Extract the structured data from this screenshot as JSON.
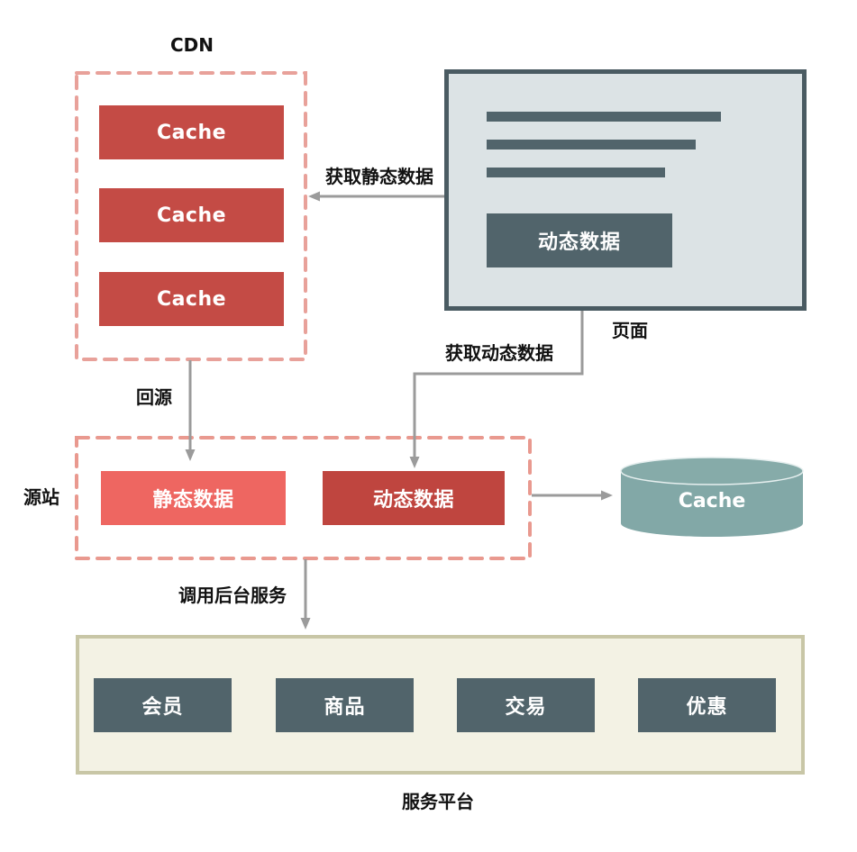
{
  "cdn": {
    "title": "CDN",
    "cache_boxes": [
      {
        "label": "Cache"
      },
      {
        "label": "Cache"
      },
      {
        "label": "Cache"
      }
    ]
  },
  "page": {
    "label": "页面",
    "dynamic_data_label": "动态数据",
    "text_placeholder_lines": 3
  },
  "edges": {
    "get_static_label": "获取静态数据",
    "get_dynamic_label": "获取动态数据",
    "back_to_source_label": "回源",
    "call_backend_label": "调用后台服务"
  },
  "origin": {
    "label": "源站",
    "static_data_label": "静态数据",
    "dynamic_data_label": "动态数据"
  },
  "cache_store": {
    "label": "Cache"
  },
  "platform": {
    "label": "服务平台",
    "services": [
      {
        "label": "会员"
      },
      {
        "label": "商品"
      },
      {
        "label": "交易"
      },
      {
        "label": "优惠"
      }
    ]
  },
  "colors": {
    "cache_red": "#c44b45",
    "static_data_red": "#ee6661",
    "dynamic_data_red": "#bf453f",
    "slate": "#51646b",
    "page_bg": "#dce3e5",
    "page_border": "#4a5b62",
    "dashed_pink": "#e8a19a",
    "platform_bg": "#f3f2e4",
    "platform_border": "#c8c6a6",
    "cylinder_teal": "#82a8a7",
    "arrow_gray": "#9b9b9b"
  }
}
